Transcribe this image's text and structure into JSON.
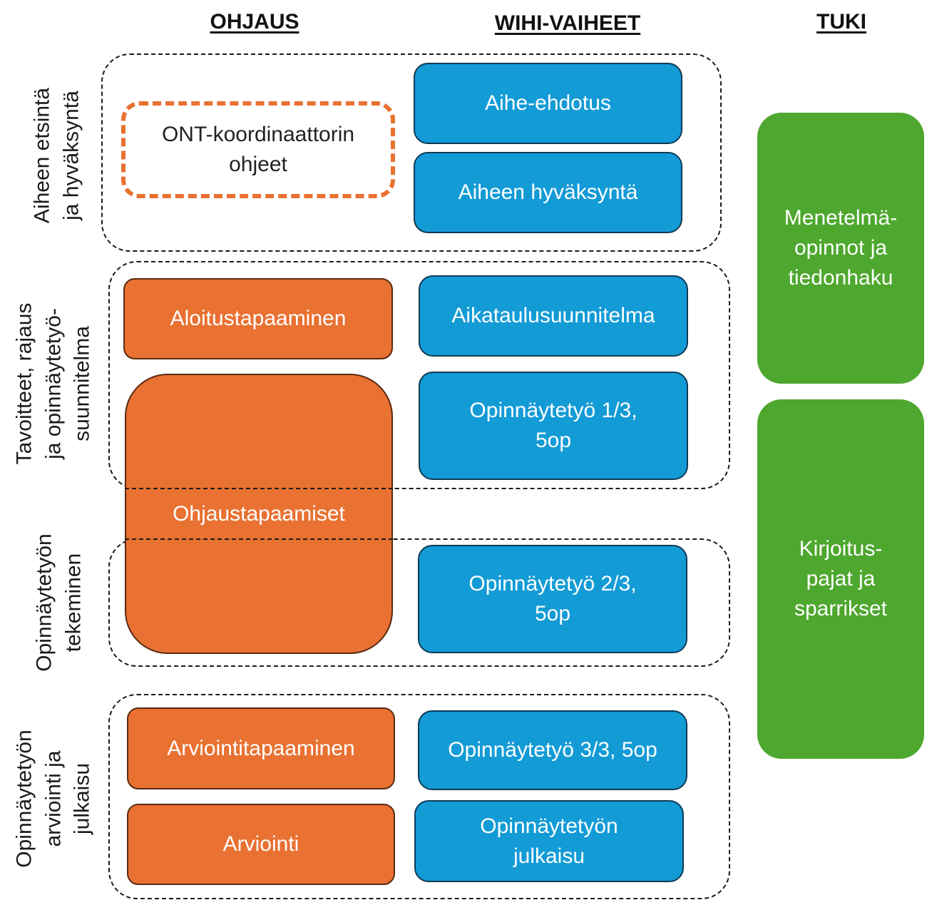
{
  "headers": {
    "ohjaus": "OHJAUS",
    "wihi": "WIHI-VAIHEET",
    "tuki": "TUKI"
  },
  "phases": {
    "p1": [
      "Aiheen etsintä",
      "ja hyväksyntä"
    ],
    "p2": [
      "Tavoitteet, rajaus",
      "ja opinnäytetyö-",
      "suunnitelma"
    ],
    "p3": [
      "Opinnäytetyön",
      "tekeminen"
    ],
    "p4": [
      "Opinnäytetyön",
      "arviointi ja",
      "julkaisu"
    ]
  },
  "ohjaus": {
    "ont": [
      "ONT-koordinaattorin",
      "ohjeet"
    ],
    "aloitus": "Aloitustapaaminen",
    "ohjaustapaamiset": "Ohjaustapaamiset",
    "arviointitapaaminen": "Arviointitapaaminen",
    "arviointi": "Arviointi"
  },
  "wihi": {
    "aihe_ehdotus": "Aihe-ehdotus",
    "aiheen_hyvaksynta": "Aiheen hyväksyntä",
    "aikataulu": "Aikataulusuunnitelma",
    "ot13": [
      "Opinnäytetyö 1/3,",
      "5op"
    ],
    "ot23": [
      "Opinnäytetyö 2/3,",
      "5op"
    ],
    "ot33": "Opinnäytetyö 3/3, 5op",
    "julkaisu": [
      "Opinnäytetyön",
      "julkaisu"
    ]
  },
  "tuki": {
    "menetelma": [
      "Menetelmä-",
      "opinnot ja",
      "tiedonhaku"
    ],
    "kirjoitus": [
      "Kirjoitus-",
      "pajat ja",
      "sparrikset"
    ]
  },
  "colors": {
    "blue": "#139bd6",
    "orange": "#e97132",
    "green": "#4ea72e"
  }
}
